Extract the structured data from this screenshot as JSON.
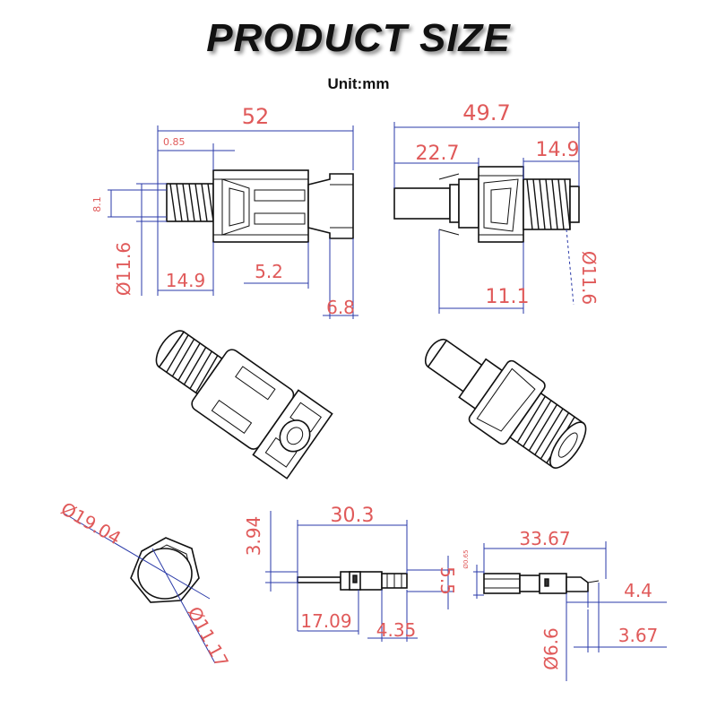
{
  "header": {
    "title": "PRODUCT SIZE",
    "unit": "Unit:mm"
  },
  "colors": {
    "dimension_text": "#e05a5a",
    "dimension_line": "#2a3aa8",
    "outline": "#111111"
  },
  "views": {
    "left_connector": {
      "overall_length": "52",
      "thread_offset": "0.85",
      "thread_height": "8.1",
      "diameter": "Ø11.6",
      "thread_length": "14.9",
      "inner_length": "5.2",
      "tail_length": "6.8"
    },
    "right_connector": {
      "overall_length": "49.7",
      "pin_length": "22.7",
      "thread_length": "14.9",
      "diameter": "Ø11.6",
      "body_length": "11.1"
    },
    "nut": {
      "outer_diameter": "Ø19.04",
      "inner_diameter": "Ø11.17"
    },
    "pin_female": {
      "length": "30.3",
      "top_offset": "3.94",
      "height": "5.5",
      "front_length": "17.09",
      "crimp_length": "4.35"
    },
    "pin_male": {
      "length": "33.67",
      "small_label": "Ø0.65",
      "crimp_length": "4.4",
      "tail_length": "3.67",
      "diameter": "Ø6.6"
    }
  }
}
